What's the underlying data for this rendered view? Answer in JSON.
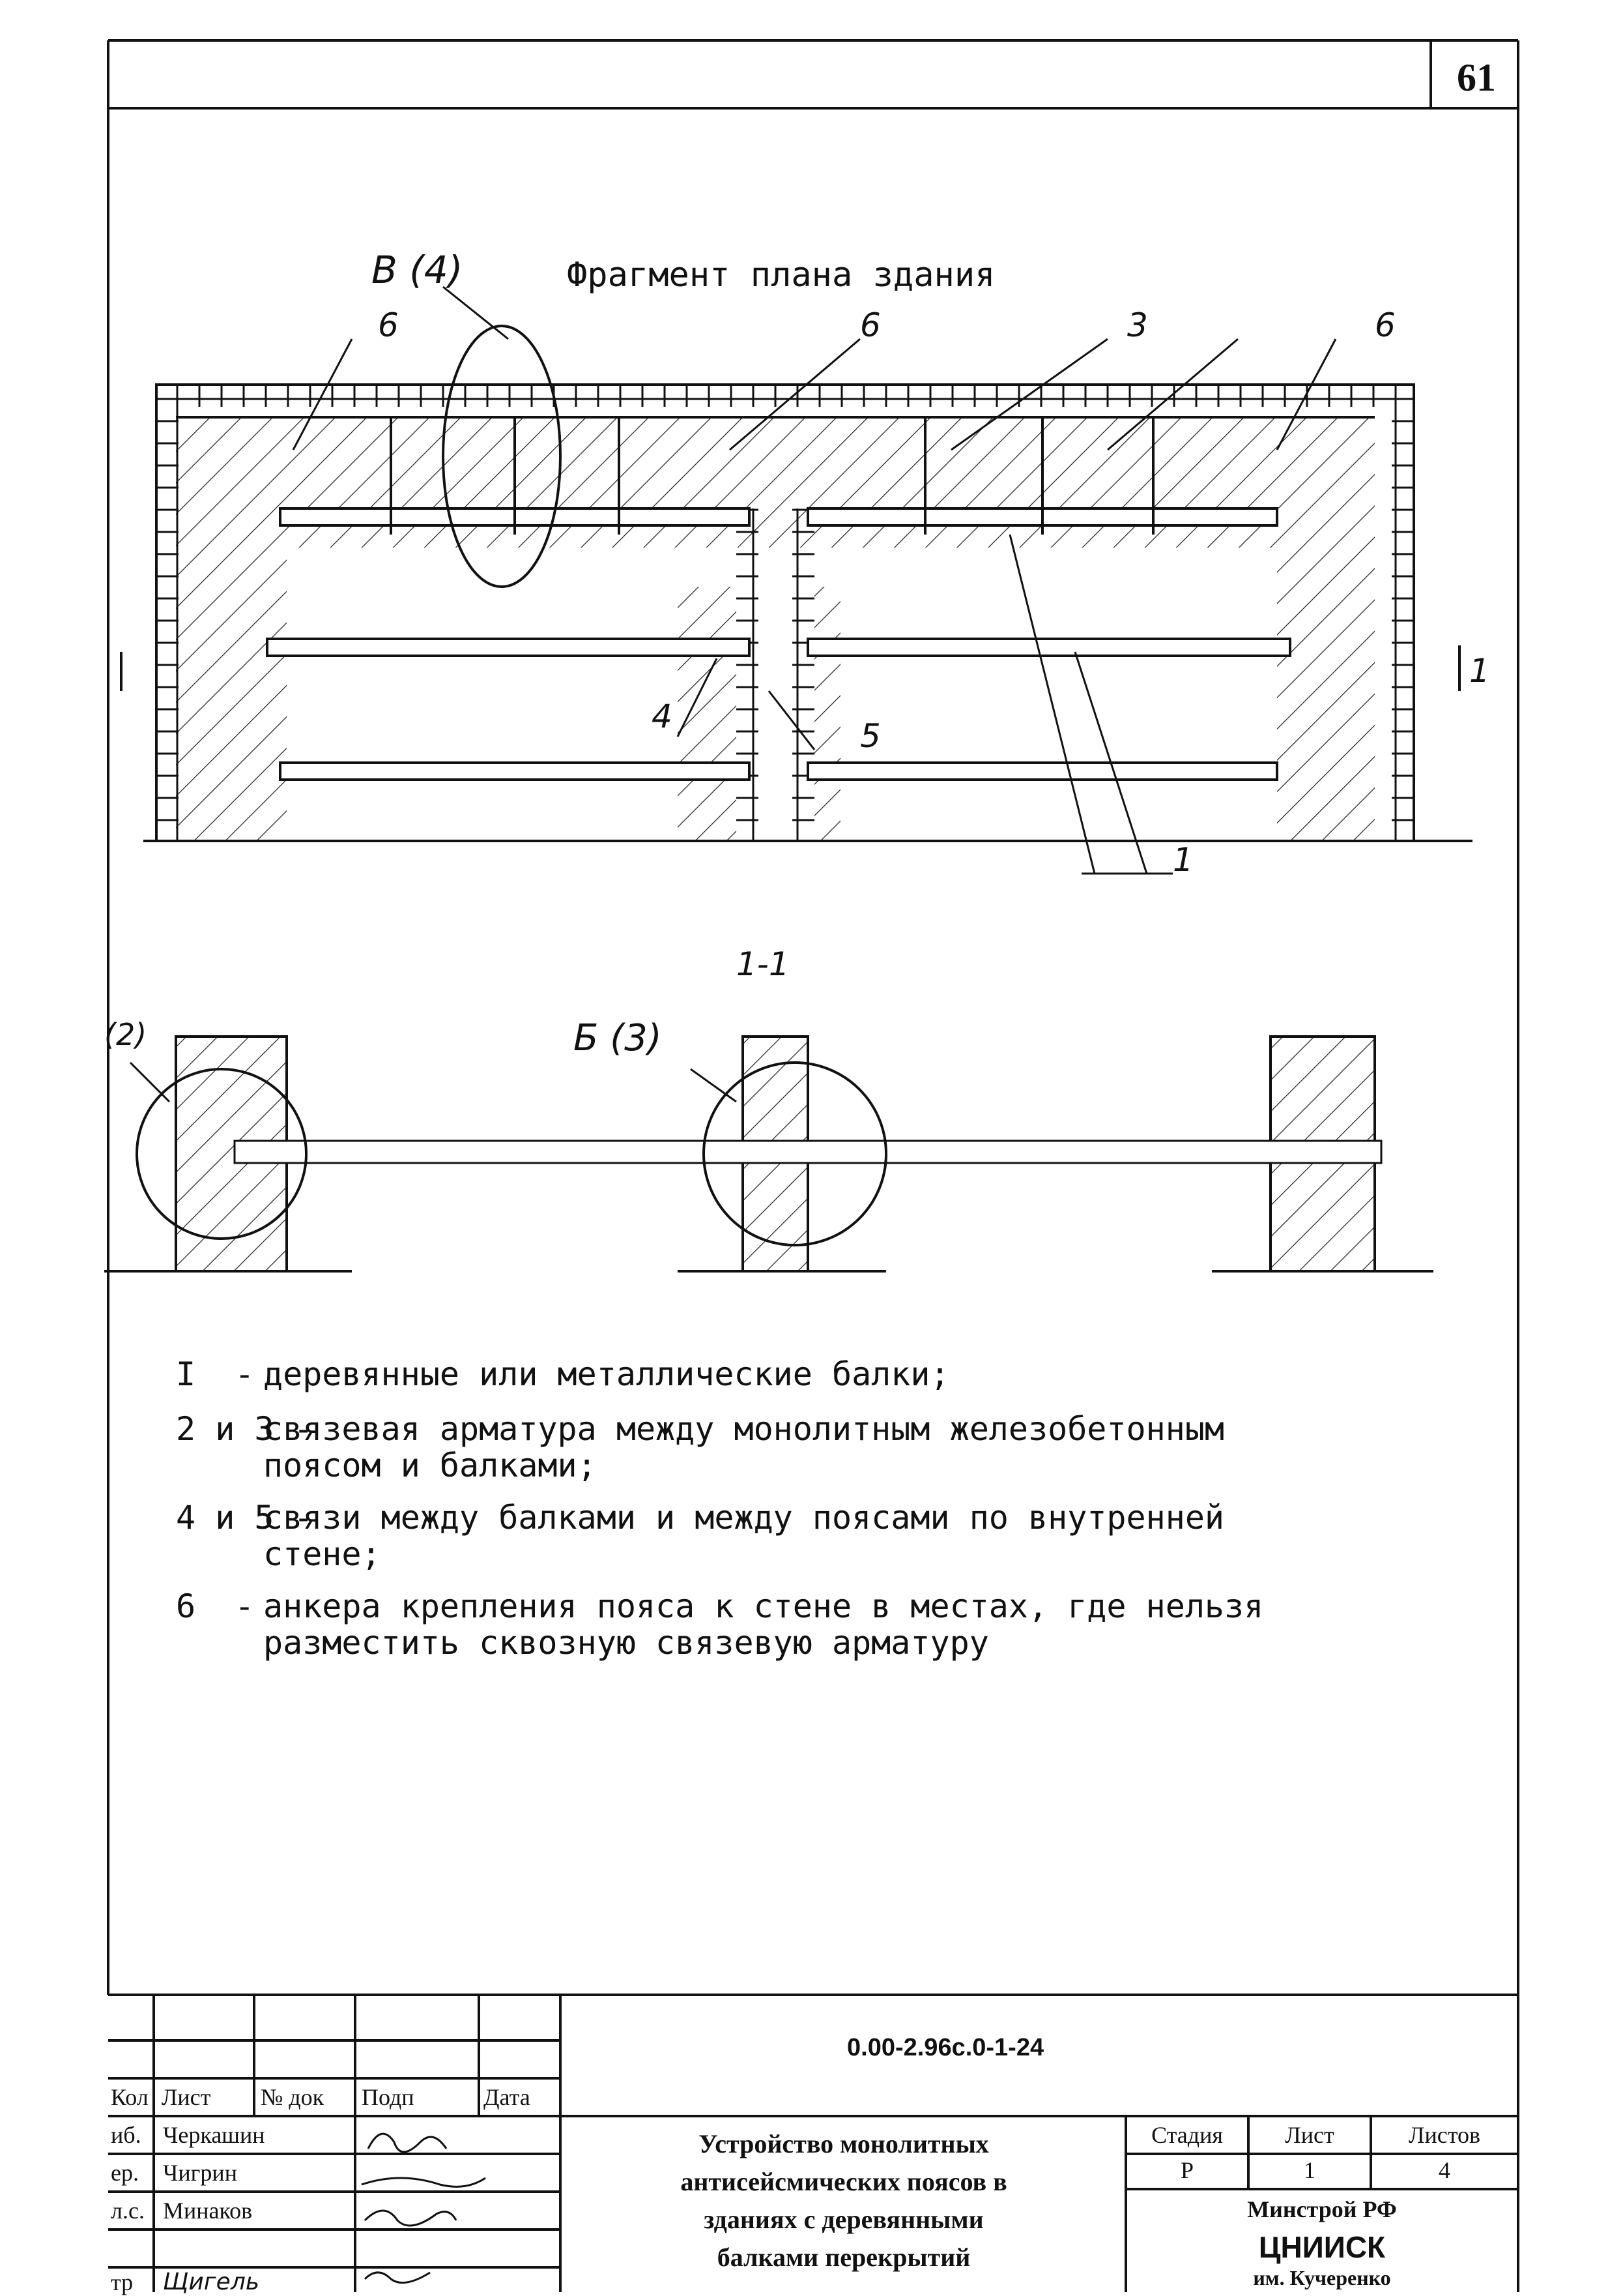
{
  "page_number": "61",
  "plan": {
    "title": "Фрагмент плана здания",
    "callout_v": "В (4)",
    "labels": {
      "six_a": "6",
      "six_b": "6",
      "six_c": "6",
      "three": "3",
      "four": "4",
      "five": "5",
      "one": "1",
      "section_mark": "1"
    }
  },
  "section": {
    "title": "1-1",
    "callout_b": "Б (3)",
    "callout_a": "(2)"
  },
  "legend": [
    {
      "num": "I  -",
      "text": "деревянные или металлические балки;"
    },
    {
      "num": "2 и 3 -",
      "text": "связевая арматура между монолитным железобетонным\nпоясом и балками;"
    },
    {
      "num": "4 и 5 -",
      "text": "связи между балками и между поясами по внутренней\nстене;"
    },
    {
      "num": "6  -",
      "text": "анкера крепления пояса к стене в местах, где нельзя\nразместить сквозную связевую арматуру"
    }
  ],
  "title_block": {
    "doc_code": "0.00-2.96с.0-1-24",
    "headers": {
      "kol": "Кол",
      "list": "Лист",
      "ndok": "№ док",
      "podp": "Подп",
      "data": "Дата"
    },
    "rows": [
      {
        "role": "иб.",
        "name": "Черкашин"
      },
      {
        "role": "ер.",
        "name": "Чигрин"
      },
      {
        "role": "л.с.",
        "name": "Минаков"
      },
      {
        "role": "",
        "name": ""
      },
      {
        "role": "тр",
        "name": "Щигель"
      }
    ],
    "drawing_title": "Устройство монолитных\nантисейсмических поясов в\nзданиях с деревянными\nбалками перекрытий",
    "stage_header": "Стадия",
    "sheet_header": "Лист",
    "sheets_header": "Листов",
    "stage": "Р",
    "sheet": "1",
    "sheets": "4",
    "org1": "Минстрой РФ",
    "org2": "ЦНИИСК",
    "org3": "им. Кучеренко"
  }
}
